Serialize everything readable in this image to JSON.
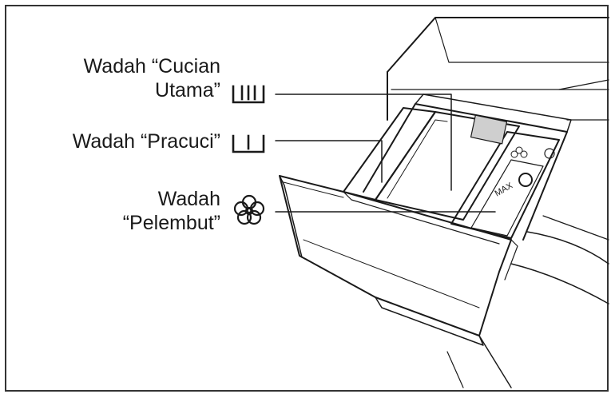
{
  "labels": {
    "main_line1": "Wadah “Cucian",
    "main_line2": "Utama”",
    "prewash": "Wadah “Pracuci”",
    "softener_line1": "Wadah",
    "softener_line2": "“Pelembut”"
  },
  "drawer_marking": "MAX",
  "icons": {
    "main_wash": "compartment-three-bars-icon",
    "prewash": "compartment-one-bar-icon",
    "softener": "flower-softener-icon"
  },
  "colors": {
    "ink": "#1a1a1a",
    "frame": "#333333",
    "shade": "#cfcfcf"
  }
}
